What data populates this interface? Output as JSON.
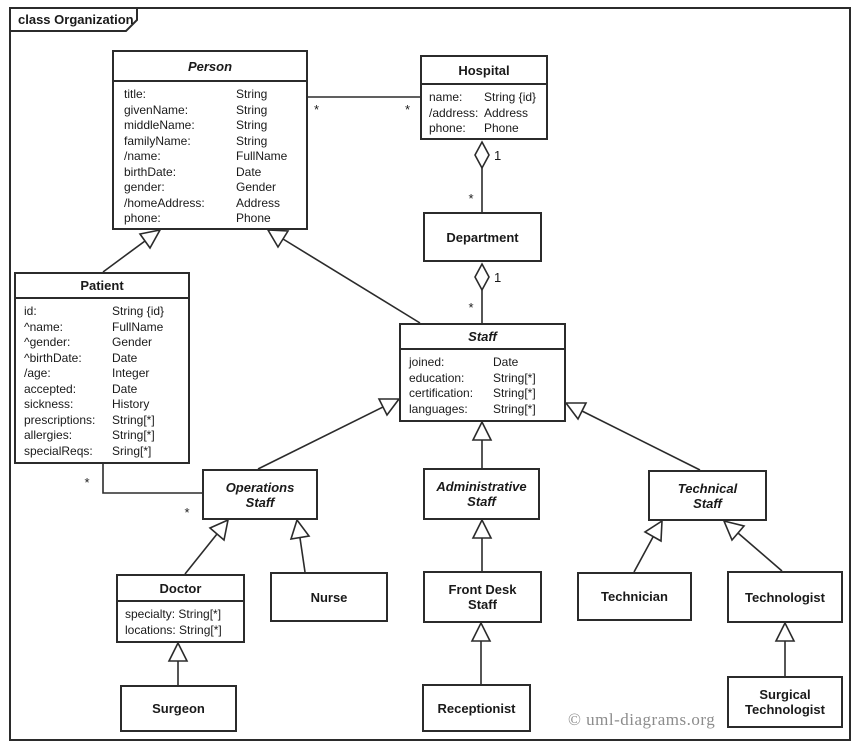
{
  "frame": {
    "title": "class Organization"
  },
  "watermark": "© uml-diagrams.org",
  "colors": {
    "line": "#2b2b2b",
    "text": "#1a1a1a",
    "watermark_gray": "#8c8c8c"
  },
  "classes": {
    "person": {
      "name": "Person",
      "abstract": true,
      "attributes": [
        [
          "title:",
          "String"
        ],
        [
          "givenName:",
          "String"
        ],
        [
          "middleName:",
          "String"
        ],
        [
          "familyName:",
          "String"
        ],
        [
          "/name:",
          "FullName"
        ],
        [
          "birthDate:",
          "Date"
        ],
        [
          "gender:",
          "Gender"
        ],
        [
          "/homeAddress:",
          "Address"
        ],
        [
          "phone:",
          "Phone"
        ]
      ]
    },
    "hospital": {
      "name": "Hospital",
      "abstract": false,
      "attributes": [
        [
          "name:",
          "String {id}"
        ],
        [
          "/address:",
          "Address"
        ],
        [
          "phone:",
          "Phone"
        ]
      ]
    },
    "patient": {
      "name": "Patient",
      "abstract": false,
      "attributes": [
        [
          "id:",
          "String {id}"
        ],
        [
          "^name:",
          "FullName"
        ],
        [
          "^gender:",
          "Gender"
        ],
        [
          "^birthDate:",
          "Date"
        ],
        [
          "/age:",
          "Integer"
        ],
        [
          "accepted:",
          "Date"
        ],
        [
          "sickness:",
          "History"
        ],
        [
          "prescriptions:",
          "String[*]"
        ],
        [
          "allergies:",
          "String[*]"
        ],
        [
          "specialReqs:",
          "Sring[*]"
        ]
      ]
    },
    "department": {
      "name": "Department",
      "abstract": false
    },
    "staff": {
      "name": "Staff",
      "abstract": true,
      "attributes": [
        [
          "joined:",
          "Date"
        ],
        [
          "education:",
          "String[*]"
        ],
        [
          "certification:",
          "String[*]"
        ],
        [
          "languages:",
          "String[*]"
        ]
      ]
    },
    "operations_staff": {
      "name": "Operations\nStaff",
      "abstract": true
    },
    "administrative_staff": {
      "name": "Administrative\nStaff",
      "abstract": true
    },
    "technical_staff": {
      "name": "Technical\nStaff",
      "abstract": true
    },
    "doctor": {
      "name": "Doctor",
      "abstract": false,
      "attributes_inline": [
        "specialty: String[*]",
        "locations: String[*]"
      ]
    },
    "nurse": {
      "name": "Nurse",
      "abstract": false
    },
    "front_desk_staff": {
      "name": "Front Desk\nStaff",
      "abstract": false
    },
    "technician": {
      "name": "Technician",
      "abstract": false
    },
    "technologist": {
      "name": "Technologist",
      "abstract": false
    },
    "surgeon": {
      "name": "Surgeon",
      "abstract": false
    },
    "receptionist": {
      "name": "Receptionist",
      "abstract": false
    },
    "surgical_technologist": {
      "name": "Surgical\nTechnologist",
      "abstract": false
    }
  },
  "multiplicities": {
    "person_hospital": {
      "person_end": "*",
      "hospital_end": "*"
    },
    "hospital_department": {
      "hospital_end": "1",
      "department_end": "*"
    },
    "department_staff": {
      "department_end": "1",
      "staff_end": "*"
    },
    "patient_operations_staff": {
      "patient_end": "*",
      "operations_end": "*"
    }
  }
}
